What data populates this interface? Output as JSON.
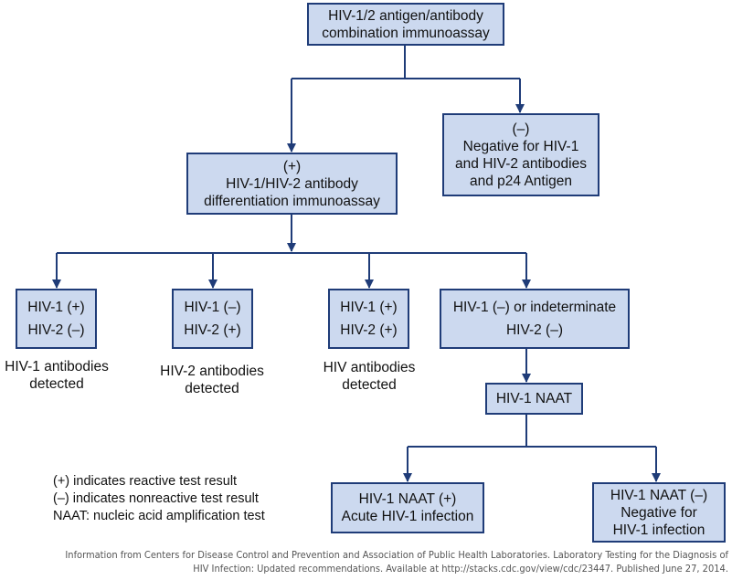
{
  "nodes": {
    "combo": {
      "line1": "HIV-1/2 antigen/antibody",
      "line2": "combination immunoassay"
    },
    "negative": {
      "line1": "(–)",
      "line2": "Negative for HIV-1",
      "line3": "and HIV-2 antibodies",
      "line4": "and p24 Antigen"
    },
    "positive": {
      "line1": "(+)",
      "line2": "HIV-1/HIV-2 antibody",
      "line3": "differentiation immunoassay"
    },
    "r1": {
      "top": "HIV-1 (+)",
      "bottom": "HIV-2 (–)"
    },
    "r2": {
      "top": "HIV-1 (–)",
      "bottom": "HIV-2 (+)"
    },
    "r3": {
      "top": "HIV-1 (+)",
      "bottom": "HIV-2 (+)"
    },
    "r4": {
      "top": "HIV-1 (–) or indeterminate",
      "bottom": "HIV-2 (–)"
    },
    "naat": {
      "label": "HIV-1 NAAT"
    },
    "acute": {
      "line1": "HIV-1 NAAT  (+)",
      "line2": "Acute HIV-1 infection"
    },
    "neg_naat": {
      "line1": "HIV-1 NAAT  (–)",
      "line2": "Negative for",
      "line3": "HIV-1 infection"
    }
  },
  "captions": {
    "c1": {
      "line1": "HIV-1 antibodies",
      "line2": "detected"
    },
    "c2": {
      "line1": "HIV-2 antibodies",
      "line2": "detected"
    },
    "c3": {
      "line1": "HIV antibodies",
      "line2": "detected"
    }
  },
  "legend": {
    "line1": "(+) indicates reactive test result",
    "line2": "(–) indicates nonreactive test result",
    "line3": "NAAT: nucleic acid amplification test"
  },
  "source": {
    "line1": "Information from Centers for Disease Control and Prevention and Association of Public Health Laboratories. Laboratory Testing for the Diagnosis of",
    "line2": "HIV Infection: Updated recommendations. Available at http://stacks.cdc.gov/view/cdc/23447. Published June 27, 2014."
  },
  "colors": {
    "box_fill": "#ccd9ef",
    "box_border": "#1f3c78",
    "connector": "#1f3c78"
  }
}
